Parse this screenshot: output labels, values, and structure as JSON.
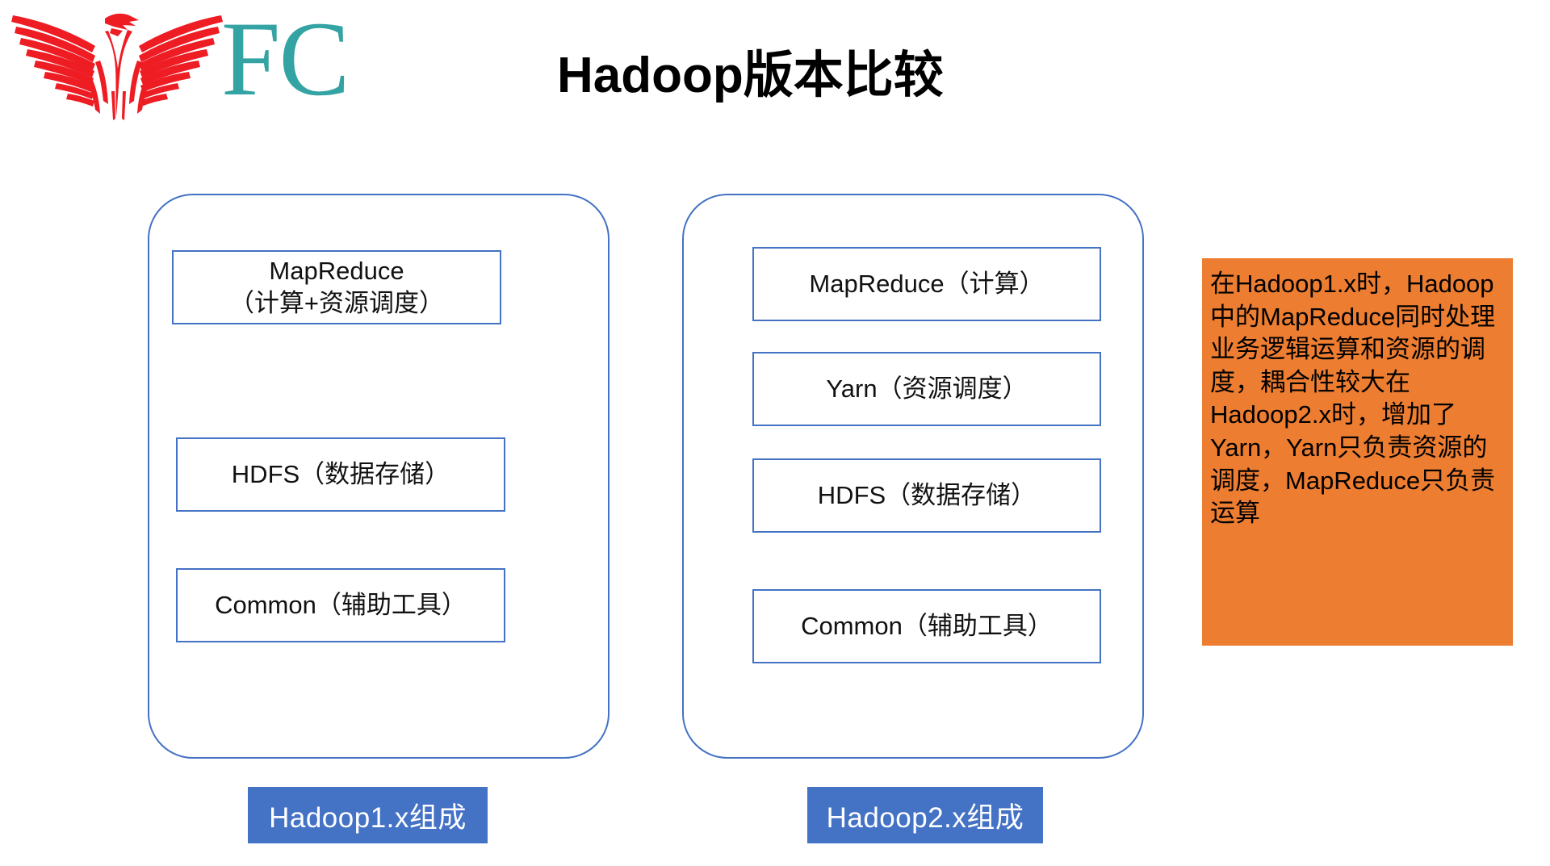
{
  "brand": {
    "logo_mark": "eagle-logo",
    "logo_text": "FC",
    "mark_color": "#EE1C23",
    "text_color": "#33A3A3"
  },
  "header": {
    "title": "Hadoop版本比较"
  },
  "theme": {
    "outline_blue": "#4472C4",
    "label_blue": "#4472C4",
    "note_orange": "#ED7D31",
    "text_black": "#111111",
    "page_background": "#FFFFFF"
  },
  "diagram": {
    "stacks": [
      {
        "id": "hadoop1",
        "caption": "Hadoop1.x组成",
        "layers": [
          {
            "id": "mapreduce",
            "label": "MapReduce\n（计算+资源调度）"
          },
          {
            "id": "hdfs",
            "label": "HDFS（数据存储）"
          },
          {
            "id": "common",
            "label": "Common（辅助工具）"
          }
        ]
      },
      {
        "id": "hadoop2",
        "caption": "Hadoop2.x组成",
        "layers": [
          {
            "id": "mapreduce",
            "label": "MapReduce（计算）"
          },
          {
            "id": "yarn",
            "label": "Yarn（资源调度）"
          },
          {
            "id": "hdfs",
            "label": "HDFS（数据存储）"
          },
          {
            "id": "common",
            "label": "Common（辅助工具）"
          }
        ]
      }
    ]
  },
  "note": {
    "body": "在Hadoop1.x时，Hadoop中的MapReduce同时处理业务逻辑运算和资源的调度，耦合性较大在Hadoop2.x时，增加了Yarn，Yarn只负责资源的调度，MapReduce只负责运算"
  }
}
